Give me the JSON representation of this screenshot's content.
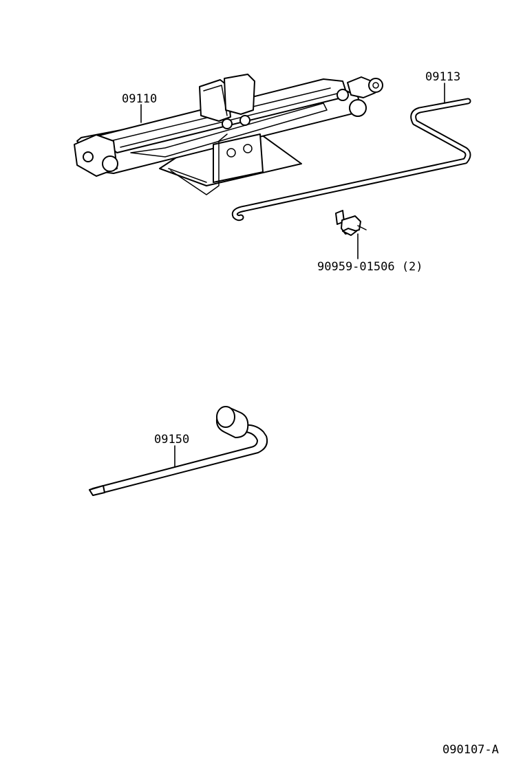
{
  "diagram": {
    "parts": [
      {
        "id": "jack",
        "label": "09110"
      },
      {
        "id": "handle",
        "label": "09113"
      },
      {
        "id": "clip",
        "label": "90959-01506 (2)"
      },
      {
        "id": "wrench",
        "label": "09150"
      }
    ],
    "figure_code": "090107-A"
  }
}
